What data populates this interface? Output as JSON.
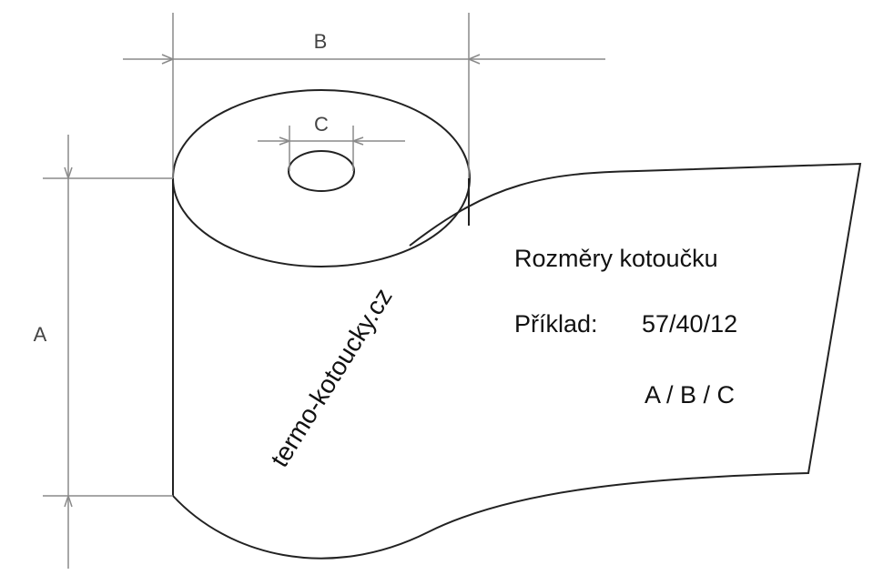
{
  "labels": {
    "a": "A",
    "b": "B",
    "c": "C"
  },
  "text": {
    "title": "Rozměry kotoučku",
    "example_label": "Příklad:",
    "example_value": "57/40/12",
    "legend": "A / B / C",
    "watermark": "termo-kotoucky.cz"
  }
}
